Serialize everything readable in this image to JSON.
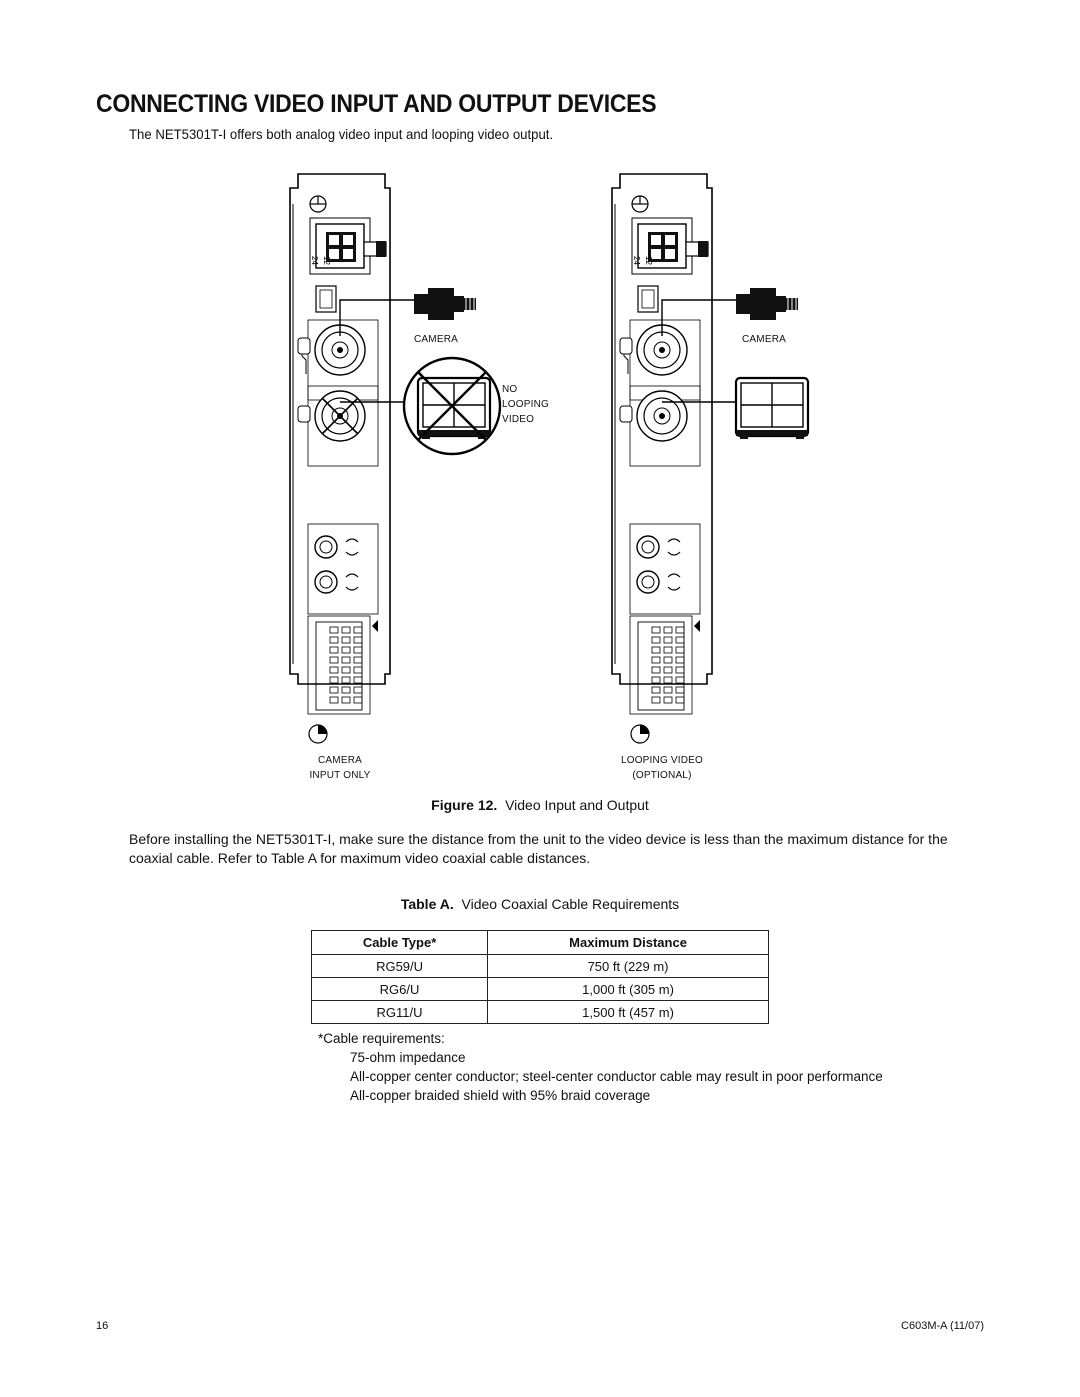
{
  "heading": "CONNECTING VIDEO INPUT AND OUTPUT DEVICES",
  "intro": "The NET5301T-I offers both analog video input and looping video output.",
  "figure": {
    "left_panel": {
      "camera_label": "CAMERA",
      "no_looping_label_1": "NO",
      "no_looping_label_2": "LOOPING",
      "no_looping_label_3": "VIDEO",
      "bottom_label_1": "CAMERA",
      "bottom_label_2": "INPUT ONLY",
      "voltage_1": "24",
      "voltage_2": "12"
    },
    "right_panel": {
      "camera_label": "CAMERA",
      "bottom_label_1": "LOOPING VIDEO",
      "bottom_label_2": "(OPTIONAL)",
      "voltage_1": "24",
      "voltage_2": "12"
    },
    "caption_prefix": "Figure 12.",
    "caption_text": "Video Input and Output"
  },
  "body_paragraph": "Before installing the NET5301T-I, make sure the distance from the unit to the video device is less than the maximum distance for the coaxial cable. Refer to Table A for maximum video coaxial cable distances.",
  "table": {
    "title_prefix": "Table A.",
    "title_text": "Video Coaxial Cable Requirements",
    "headers": [
      "Cable Type*",
      "Maximum Distance"
    ],
    "rows": [
      [
        "RG59/U",
        "750 ft (229 m)"
      ],
      [
        "RG6/U",
        "1,000 ft (305 m)"
      ],
      [
        "RG11/U",
        "1,500 ft (457 m)"
      ]
    ]
  },
  "notes": {
    "title": "*Cable requirements:",
    "items": [
      "75-ohm impedance",
      "All-copper center conductor; steel-center conductor cable may result in poor performance",
      "All-copper braided shield with 95% braid coverage"
    ]
  },
  "footer": {
    "page_number": "16",
    "doc_code": "C603M-A (11/07)"
  }
}
